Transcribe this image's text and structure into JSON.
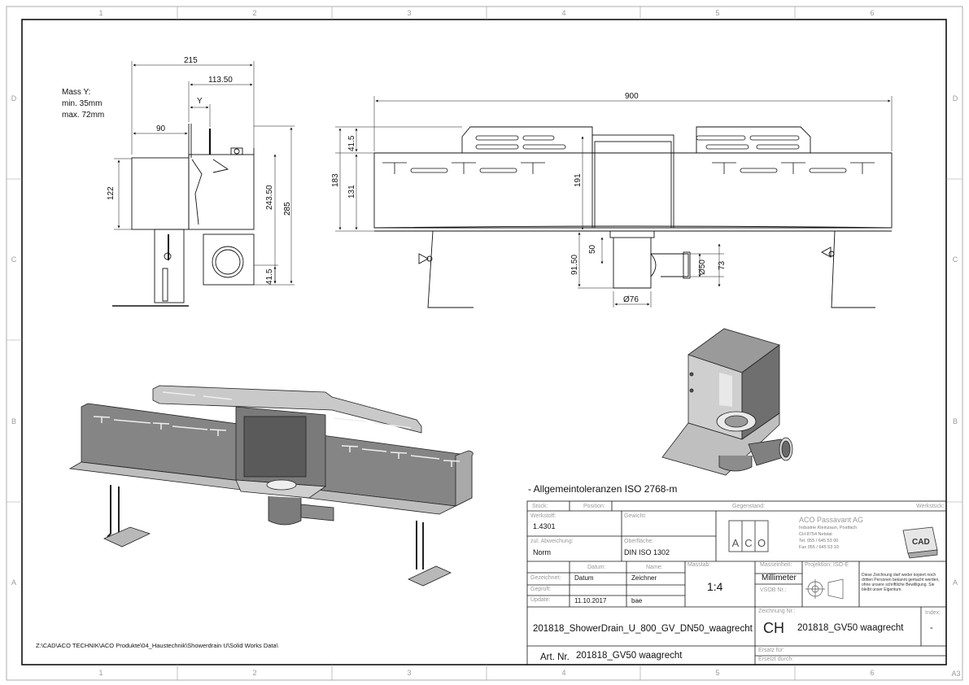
{
  "zones": {
    "cols": [
      "1",
      "2",
      "3",
      "4",
      "5",
      "6"
    ],
    "rows": [
      "D",
      "C",
      "B",
      "A"
    ],
    "sheet_size": "A3"
  },
  "side_view": {
    "dims": {
      "overall_width": "215",
      "offset": "113.50",
      "y": "Y",
      "left": "90",
      "h122": "122",
      "h243": "243.50",
      "h285": "285",
      "h41": "41.5"
    },
    "note": [
      "Mass Y:",
      "min. 35mm",
      "max. 72mm"
    ]
  },
  "front_view": {
    "dims": {
      "length": "900",
      "h41": "41.5",
      "h183": "183",
      "h131": "131",
      "h191": "191",
      "h91": "91.50",
      "h50": "50",
      "d50": "Ø50",
      "h73": "73",
      "d76": "Ø76"
    }
  },
  "tolerance_note": "- Allgemeintoleranzen ISO 2768-m",
  "file_path": "Z:\\CAD\\ACO TECHNIK\\ACO Produkte\\04_Haustechnik\\Showerdrain U\\Solid Works Data\\",
  "title_block": {
    "stueck_label": "Stück:",
    "position_label": "Position:",
    "gegenstand_label": "Gegenstand:",
    "werkstueck_label": "Werkstück:",
    "werkstoff_label": "Werkstoff:",
    "werkstoff_value": "1.4301",
    "gewicht_label": "Gewicht:",
    "abweichung_label": "zul. Abweichung:",
    "abweichung_value": "Norm",
    "oberflaeche_label": "Oberfläche:",
    "oberflaeche_value": "DIN ISO 1302",
    "datum_label": "Datum:",
    "name_label": "Name:",
    "gezeichnet_label": "Gezeichnet:",
    "gezeichnet_datum": "Datum",
    "gezeichnet_name": "Zeichner",
    "geprueft_label": "Geprüft:",
    "update_label": "Update:",
    "update_datum": "11.10.2017",
    "update_name": "bae",
    "massstab_label": "Masstab:",
    "massstab_value": "1:4",
    "masseinheit_label": "Masseinheit:",
    "masseinheit_value": "Millimeter",
    "vsb_label": "VSOB Nr.:",
    "projection_label": "Projektion: ISO-E",
    "notice": "Diese Zeichnung darf weder kopiert noch dritten Personen bekannt gemacht werden, ohne unsere schriftliche Bewilligung. Sie bleibt unser Eigentum.",
    "company_name": "ACO Passavant AG",
    "company_lines": [
      "Industrie Kleinzaun, Postfach",
      "CH-8754 Netstal",
      "Tel. 055 / 645 53 00",
      "Fax 055 / 645 53 10"
    ],
    "logo_letters": [
      "A",
      "C",
      "O"
    ],
    "cad_badge": "CAD",
    "drawing_title": "201818_ShowerDrain_U_800_GV_DN50_waagrecht",
    "art_label": "Art. Nr.",
    "art_value": "201818_GV50 waagrecht",
    "zeichnung_label": "Zeichnung Nr.:",
    "country": "CH",
    "zeichnung_value": "201818_GV50 waagrecht",
    "index_label": "Index:",
    "index_value": "-",
    "ersatz_fuer_label": "Ersatz für:",
    "ersetzt_durch_label": "Ersetzt durch:"
  },
  "colors": {
    "line": "#111111",
    "metal": "#8d8d8d",
    "metal_dark": "#6e6e6e",
    "metal_light": "#c9c9c9",
    "label_grey": "#9a9a9a"
  }
}
